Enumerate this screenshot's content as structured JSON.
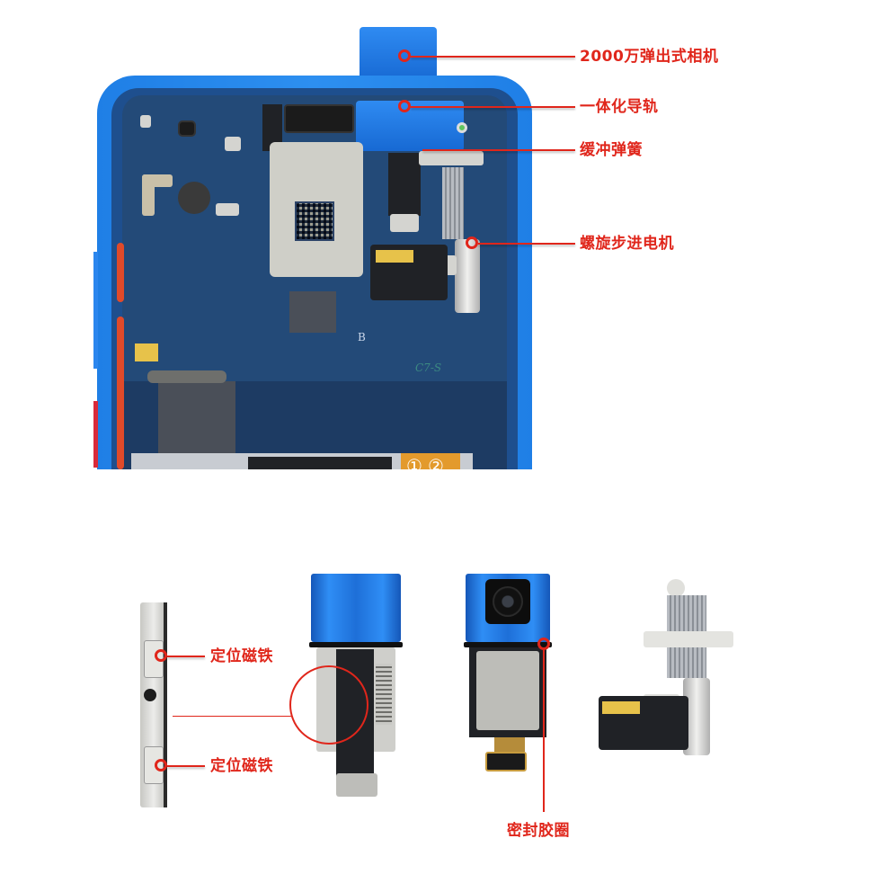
{
  "figure": {
    "description": "Exploded teardown diagram of a pop-up selfie camera module",
    "accent_color": "#e0261b",
    "top_view": {
      "callouts": [
        {
          "id": "camera",
          "label": "2000万弹出式相机"
        },
        {
          "id": "rail",
          "label": "一体化导轨"
        },
        {
          "id": "spring",
          "label": "缓冲弹簧"
        },
        {
          "id": "motor",
          "label": "螺旋步进电机"
        }
      ],
      "board_marks": {
        "letter_b": "B",
        "code_c7s": "C7-S",
        "flex_numbers": [
          "①",
          "②"
        ]
      }
    },
    "bottom_view": {
      "callouts": [
        {
          "id": "magnet-top",
          "label": "定位磁铁"
        },
        {
          "id": "magnet-bottom",
          "label": "定位磁铁"
        },
        {
          "id": "seal",
          "label": "密封胶圈"
        }
      ]
    }
  }
}
